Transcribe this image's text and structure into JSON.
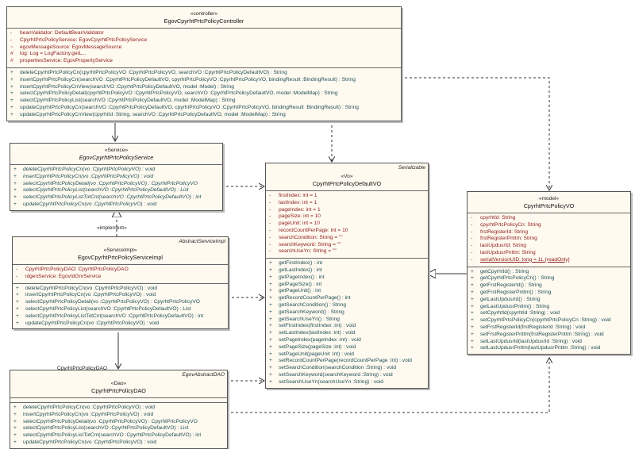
{
  "classes": [
    {
      "id": "controller",
      "stereotype": "«controller»",
      "name": "EgovCpyrhtPrtcPolicyController",
      "tag": "",
      "italic": false,
      "attributes": [
        {
          "v": "-",
          "t": "beanValidator:  DefaultBeanValidator"
        },
        {
          "v": "-",
          "t": "CpyrhtPrtcPolicyService:  EgovCpyrhtPrtcPolicyService"
        },
        {
          "v": "~",
          "t": "egovMessageSource:  EgovMessageSource"
        },
        {
          "v": "#",
          "t": "log:  Log = LogFactory.getL..."
        },
        {
          "v": "#",
          "t": "propertiesService:  EgovPropertyService"
        }
      ],
      "operations": [
        {
          "v": "+",
          "t": "deleteCpyrhtPrtcPolicyCn(cpyrhtPrtcPolicyVO :CpyrhtPrtcPolicyVO, searchVO :CpyrhtPrtcPolicyDefaultVO) : String"
        },
        {
          "v": "+",
          "t": "insertCpyrhtPrtcPolicyCn(searchVO :CpyrhtPrtcPolicyDefaultVO, cpyrhtPrtcPolicyVO :CpyrhtPrtcPolicyVO, bindingResult :BindingResult) : String"
        },
        {
          "v": "+",
          "t": "insertCpyrhtPrtcPolicyCnView(searchVO :CpyrhtPrtcPolicyDefaultVO, model :Model) : String"
        },
        {
          "v": "+",
          "t": "selectCpyrhtPrtcPolicyDetail(cpyrhtPrtcPolicyVO :CpyrhtPrtcPolicyVO, searchVO :CpyrhtPrtcPolicyDefaultVO, model :ModelMap) : String"
        },
        {
          "v": "+",
          "t": "selectCpyrhtPrtcPolicyList(searchVO :CpyrhtPrtcPolicyDefaultVO, model :ModelMap) : String"
        },
        {
          "v": "+",
          "t": "updateCpyrhtPrtcPolicyCn(searchVO :CpyrhtPrtcPolicyDefaultVO, cpyrhtPrtcPolicyVO :CpyrhtPrtcPolicyVO, bindingResult :BindingResult) : String"
        },
        {
          "v": "+",
          "t": "updateCpyrhtPrtcPolicyCnView(cpyrhtId :String, searchVO :CpyrhtPrtcPolicyDefaultVO, model :ModelMap) : String"
        }
      ]
    },
    {
      "id": "service",
      "stereotype": "«Service»",
      "name": "EgovCpyrhtPrtcPolicyService",
      "tag": "",
      "italic": true,
      "attributes": [],
      "operations": [
        {
          "v": "+",
          "t": "deleteCpyrhtPrtcPolicyCn(vo :CpyrhtPrtcPolicyVO) : void"
        },
        {
          "v": "+",
          "t": "insertCpyrhtPrtcPolicyCn(vo :CpyrhtPrtcPolicyVO) : void"
        },
        {
          "v": "+",
          "t": "selectCpyrhtPrtcPolicyDetail(vo :CpyrhtPrtcPolicyVO) : CpyrhtPrtcPolicyVO"
        },
        {
          "v": "+",
          "t": "selectCpyrhtPrtcPolicyList(searchVO :CpyrhtPrtcPolicyDefaultVO) : List"
        },
        {
          "v": "+",
          "t": "selectCpyrhtPrtcPolicyListTotCnt(searchVO :CpyrhtPrtcPolicyDefaultVO) : int"
        },
        {
          "v": "+",
          "t": "updateCpyrhtPrtcPolicyCn(vo :CpyrhtPrtcPolicyVO) : void"
        }
      ]
    },
    {
      "id": "serviceimpl",
      "stereotype": "«ServiceImpl»",
      "name": "EgovCpyrhtPrtcPolicyServiceImpl",
      "tag": "AbstractServiceImpl",
      "italic": false,
      "attributes": [
        {
          "v": "-",
          "t": "CpyrhtPrtcPolicyDAO:  CpyrhtPrtcPolicyDAO"
        },
        {
          "v": "-",
          "t": "idgenService:  EgovIdGnrService"
        }
      ],
      "operations": [
        {
          "v": "+",
          "t": "deleteCpyrhtPrtcPolicyCn(vo :CpyrhtPrtcPolicyVO) : void"
        },
        {
          "v": "+",
          "t": "insertCpyrhtPrtcPolicyCn(vo :CpyrhtPrtcPolicyVO) : void"
        },
        {
          "v": "+",
          "t": "selectCpyrhtPrtcPolicyDetail(vo :CpyrhtPrtcPolicyVO) : CpyrhtPrtcPolicyVO"
        },
        {
          "v": "+",
          "t": "selectCpyrhtPrtcPolicyList(searchVO :CpyrhtPrtcPolicyDefaultVO) : List"
        },
        {
          "v": "+",
          "t": "selectCpyrhtPrtcPolicyListTotCnt(searchVO :CpyrhtPrtcPolicyDefaultVO) : int"
        },
        {
          "v": "+",
          "t": "updateCpyrhtPrtcPolicyCn(vo :CpyrhtPrtcPolicyVO) : void"
        }
      ]
    },
    {
      "id": "dao",
      "stereotype": "«Dao»",
      "name": "CpyrhtPrtcPolicyDAO",
      "tag": "EgovAbstractDAO",
      "italic": false,
      "attributes": [],
      "operations": [
        {
          "v": "+",
          "t": "deleteCpyrhtPrtcPolicyCn(vo :CpyrhtPrtcPolicyVO) : void"
        },
        {
          "v": "+",
          "t": "insertCpyrhtPrtcPolicyCn(vo :CpyrhtPrtcPolicyVO) : void"
        },
        {
          "v": "+",
          "t": "selectCpyrhtPrtcPolicyDetail(vo :CpyrhtPrtcPolicyVO) : CpyrhtPrtcPolicyVO"
        },
        {
          "v": "+",
          "t": "selectCpyrhtPrtcPolicyList(searchVO :CpyrhtPrtcPolicyDefaultVO) : List"
        },
        {
          "v": "+",
          "t": "selectCpyrhtPrtcPolicyListTotCnt(searchVO :CpyrhtPrtcPolicyDefaultVO) : int"
        },
        {
          "v": "+",
          "t": "updateCpyrhtPrtcPolicyCn(vo :CpyrhtPrtcPolicyVO) : void"
        }
      ]
    },
    {
      "id": "defaultvo",
      "stereotype": "«Vo»",
      "name": "CpyrhtPrtcPolicyDefaultVO",
      "tag": "Serializable",
      "italic": false,
      "attributes": [
        {
          "v": "-",
          "t": "firstIndex:  int = 1"
        },
        {
          "v": "-",
          "t": "lastIndex:  int = 1"
        },
        {
          "v": "-",
          "t": "pageIndex:  int = 1"
        },
        {
          "v": "-",
          "t": "pageSize:  int = 10"
        },
        {
          "v": "-",
          "t": "pageUnit:  int = 10"
        },
        {
          "v": "-",
          "t": "recordCountPerPage:  int = 10"
        },
        {
          "v": "-",
          "t": "searchCondition:  String = \"\""
        },
        {
          "v": "-",
          "t": "searchKeyword:  String = \"\""
        },
        {
          "v": "-",
          "t": "searchUseYn:  String = \"\""
        }
      ],
      "operations": [
        {
          "v": "+",
          "t": "getFirstIndex() : int"
        },
        {
          "v": "+",
          "t": "getLastIndex() : int"
        },
        {
          "v": "+",
          "t": "getPageIndex() : int"
        },
        {
          "v": "+",
          "t": "getPageSize() : int"
        },
        {
          "v": "+",
          "t": "getPageUnit() : int"
        },
        {
          "v": "+",
          "t": "getRecordCountPerPage() : int"
        },
        {
          "v": "+",
          "t": "getSearchCondition() : String"
        },
        {
          "v": "+",
          "t": "getSearchKeyword() : String"
        },
        {
          "v": "+",
          "t": "getSearchUseYn() : String"
        },
        {
          "v": "+",
          "t": "setFirstIndex(firstIndex :int) : void"
        },
        {
          "v": "+",
          "t": "setLastIndex(lastIndex :int) : void"
        },
        {
          "v": "+",
          "t": "setPageIndex(pageIndex :int) : void"
        },
        {
          "v": "+",
          "t": "setPageSize(pageSize :int) : void"
        },
        {
          "v": "+",
          "t": "setPageUnit(pageUnit :int) : void"
        },
        {
          "v": "+",
          "t": "setRecordCountPerPage(recordCountPerPage :int) : void"
        },
        {
          "v": "+",
          "t": "setSearchCondition(searchCondition :String) : void"
        },
        {
          "v": "+",
          "t": "setSearchKeyword(searchKeyword :String) : void"
        },
        {
          "v": "+",
          "t": "setSearchUseYn(searchUseYn :String) : void"
        }
      ]
    },
    {
      "id": "vo",
      "stereotype": "«model»",
      "name": "CpyrhtPrtcPolicyVO",
      "tag": "",
      "italic": false,
      "attributes": [
        {
          "v": "-",
          "t": "cpyrhtId:  String"
        },
        {
          "v": "-",
          "t": "cpyrhtPrtcPolicyCn:  String"
        },
        {
          "v": "-",
          "t": "frstRegisterId:  String"
        },
        {
          "v": "-",
          "t": "frstRegisterPnttm:  String"
        },
        {
          "v": "-",
          "t": "lastUpdusrId:  String"
        },
        {
          "v": "-",
          "t": "lastUpdusrPnttm:  String"
        },
        {
          "v": "-",
          "t": "serialVersionUID:  long = 1L {readOnly}",
          "static": true
        }
      ],
      "operations": [
        {
          "v": "+",
          "t": "getCpyrhtId() : String"
        },
        {
          "v": "+",
          "t": "getCpyrhtPrtcPolicyCn() : String"
        },
        {
          "v": "+",
          "t": "getFrstRegisterId() : String"
        },
        {
          "v": "+",
          "t": "getFrstRegisterPnttm() : String"
        },
        {
          "v": "+",
          "t": "getLastUpdusrId() : String"
        },
        {
          "v": "+",
          "t": "getLastUpdusrPnttm() : String"
        },
        {
          "v": "+",
          "t": "setCpyrhtId(cpyrhtId :String) : void"
        },
        {
          "v": "+",
          "t": "setCpyrhtPrtcPolicyCn(cpyrhtPrtcPolicyCn :String) : void"
        },
        {
          "v": "+",
          "t": "setFrstRegisterId(frstRegisterId :String) : void"
        },
        {
          "v": "+",
          "t": "setFrstRegisterPnttm(frstRegisterPnttm :String) : void"
        },
        {
          "v": "+",
          "t": "setLastUpdusrId(lastUpdusrId :String) : void"
        },
        {
          "v": "+",
          "t": "setLastUpdusrPnttm(lastUpdusrPnttm :String) : void"
        }
      ]
    }
  ],
  "labels": {
    "implement": "«implement»",
    "dao_role": "CpyrhtPrtcPolicyDAO"
  }
}
